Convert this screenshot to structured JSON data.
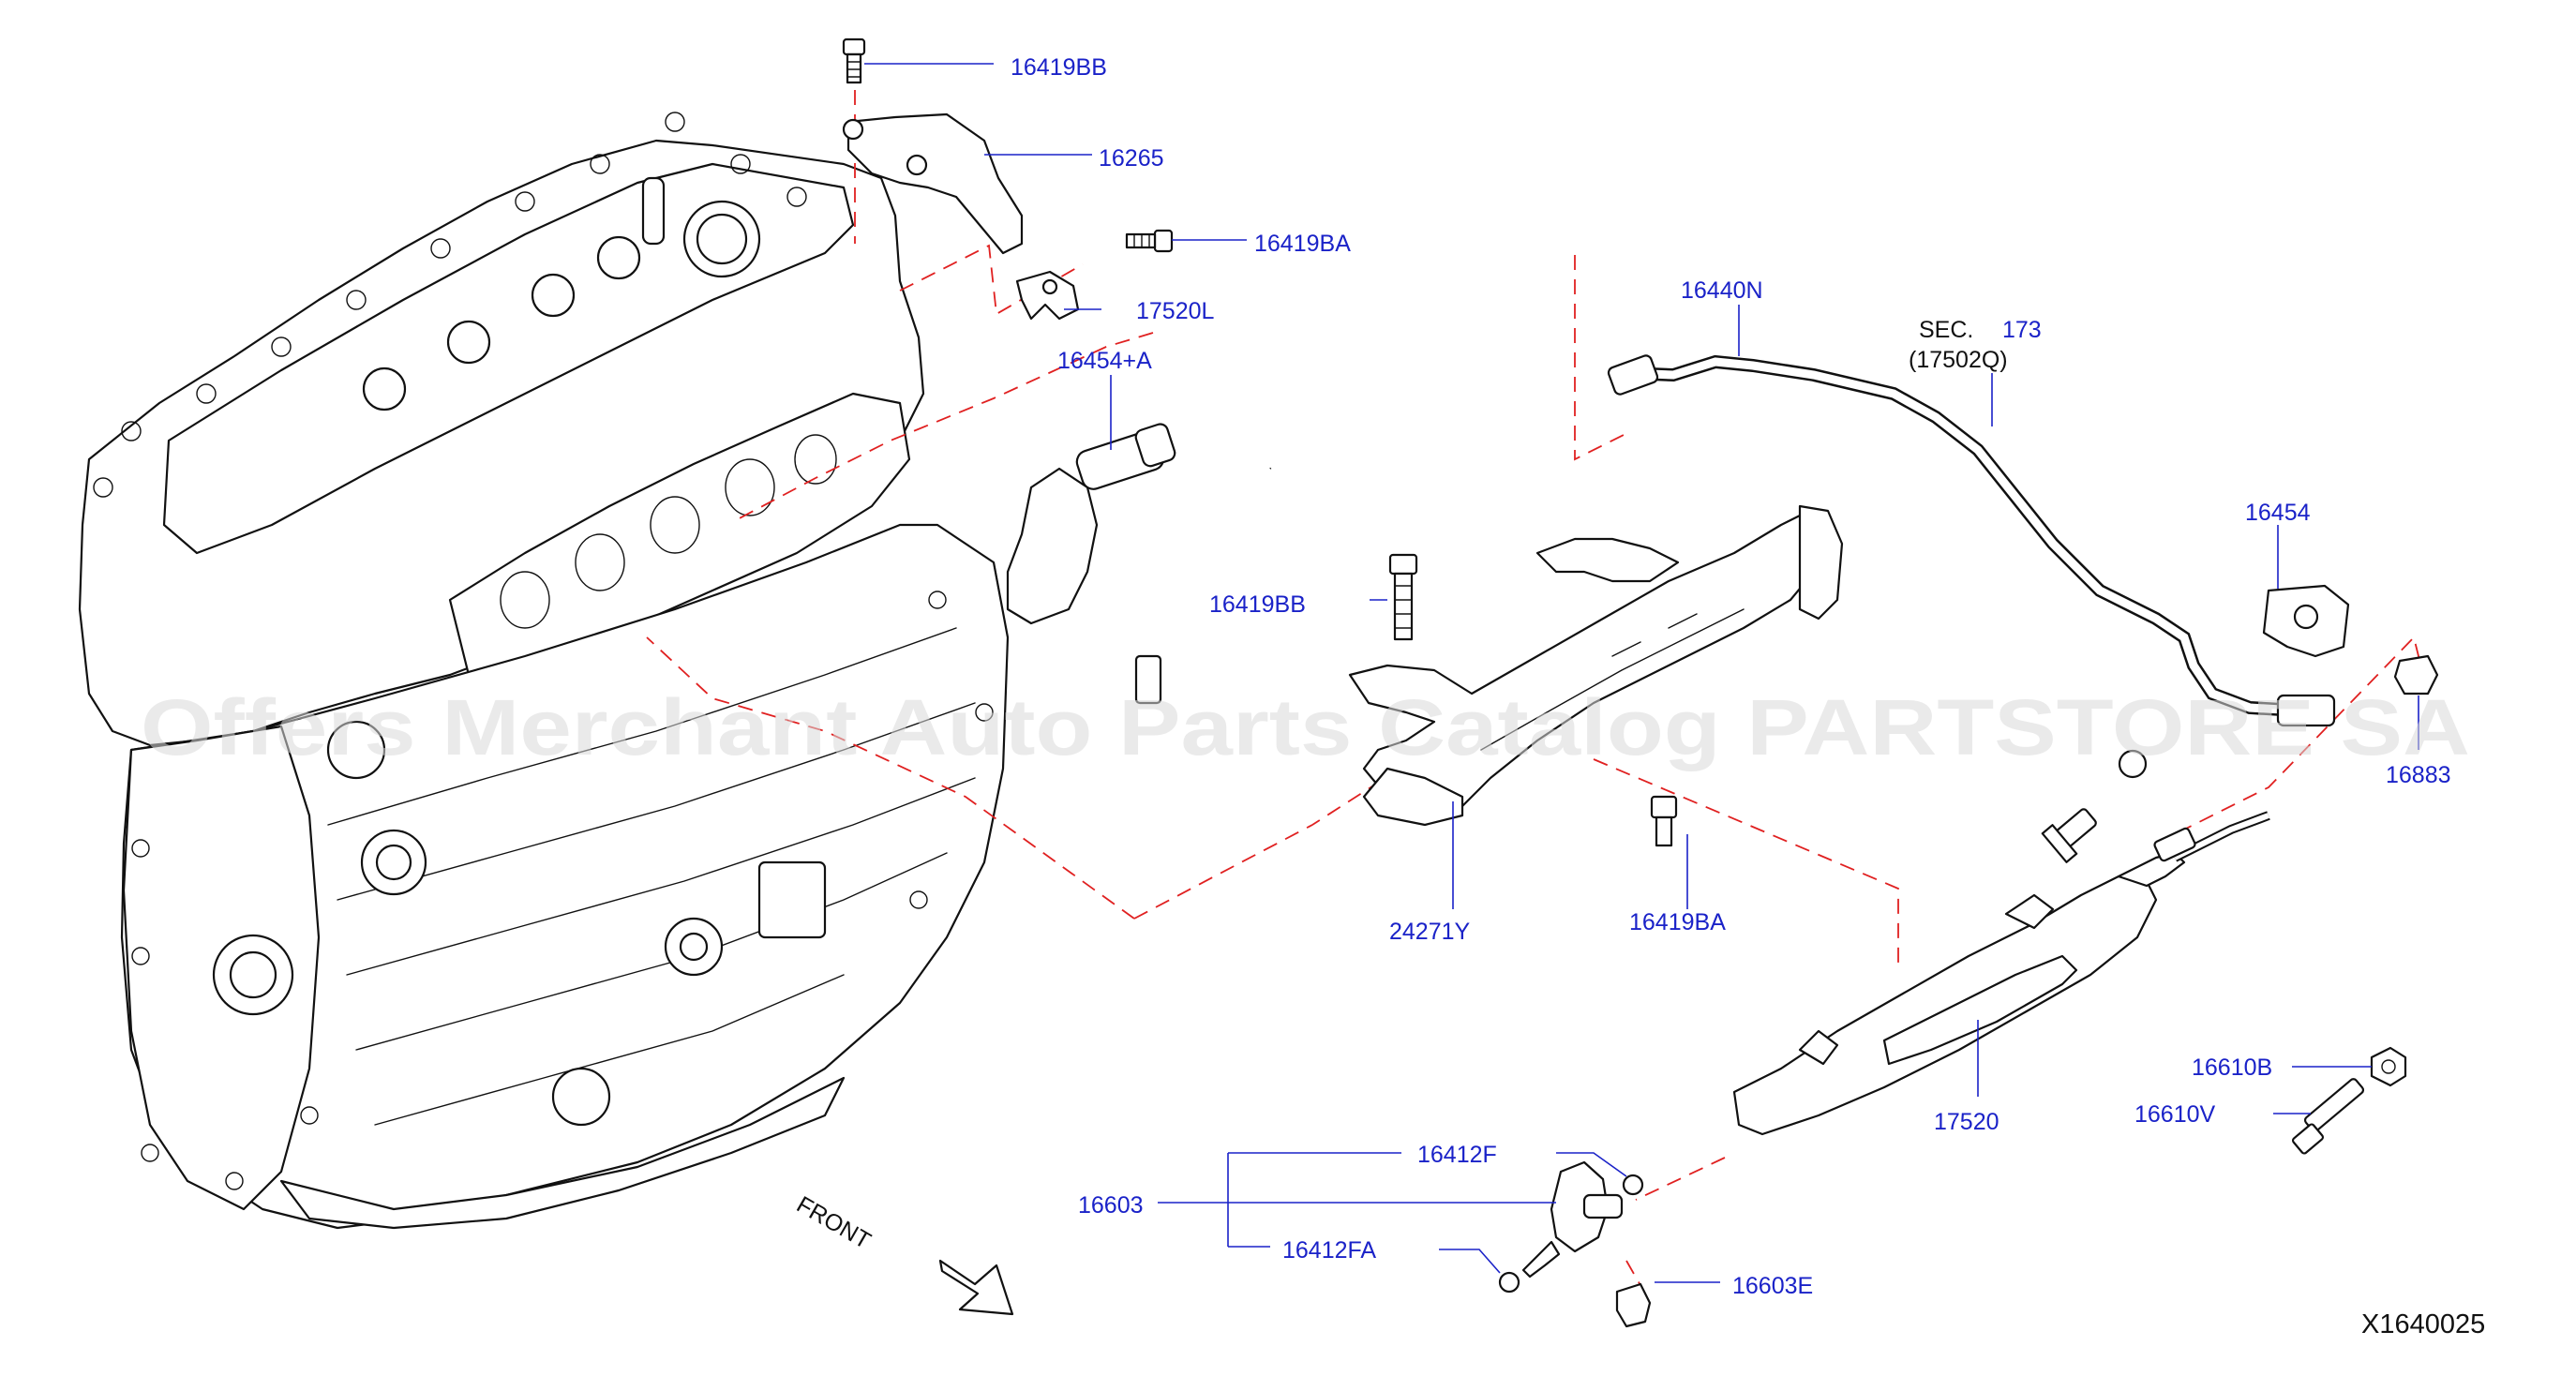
{
  "labels": {
    "p16419BB_top": "16419BB",
    "p16265": "16265",
    "p16419BA_top": "16419BA",
    "p17520L": "17520L",
    "p16454A": "16454+A",
    "p16440N": "16440N",
    "sec_prefix": "SEC.",
    "sec_number": "173",
    "sec_sub": "(17502Q)",
    "p16454": "16454",
    "p16419BB_mid": "16419BB",
    "p16883": "16883",
    "p24271Y": "24271Y",
    "p16419BA_mid": "16419BA",
    "p17520": "17520",
    "p16610B": "16610B",
    "p16610V": "16610V",
    "p16603": "16603",
    "p16412F": "16412F",
    "p16412FA": "16412FA",
    "p16603E": "16603E",
    "front": "FRONT",
    "diagram_code": "X1640025"
  },
  "watermark": "Offers Merchant Auto Parts Catalog PARTSTORE SA",
  "colors": {
    "label_blue": "#1a22c8",
    "dashed_red": "#e02020",
    "line_black": "#111111",
    "watermark_gray": "#d9d9d9"
  }
}
